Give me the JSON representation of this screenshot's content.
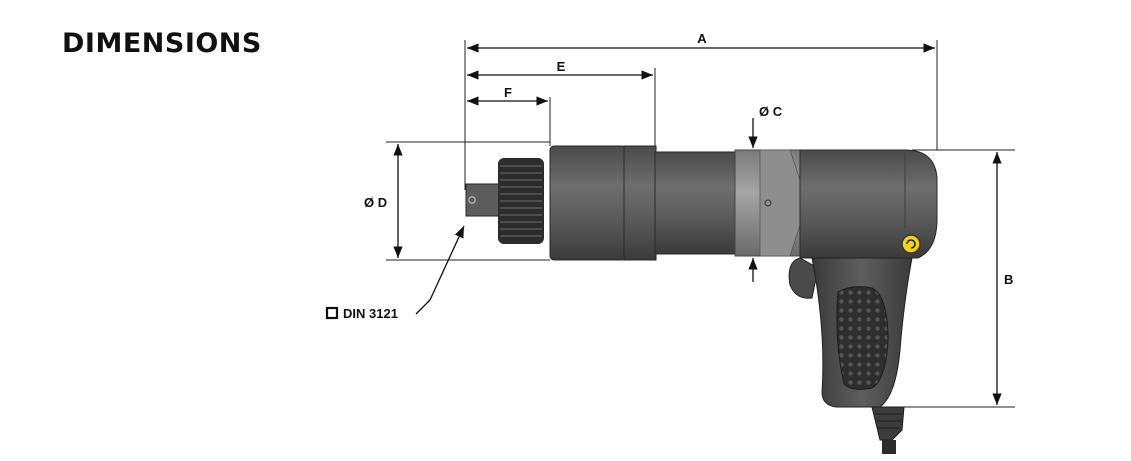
{
  "title": "DIMENSIONS",
  "labels": {
    "a": "A",
    "b": "B",
    "c": "Ø C",
    "d": "Ø D",
    "e": "E",
    "f": "F",
    "drive": "DIN 3121"
  },
  "colors": {
    "tool_body": "#5f5f5f",
    "tool_dark": "#3e3e3e",
    "tool_light": "#8a8a8a",
    "accent_yellow": "#f2d21b",
    "line": "#111111"
  }
}
